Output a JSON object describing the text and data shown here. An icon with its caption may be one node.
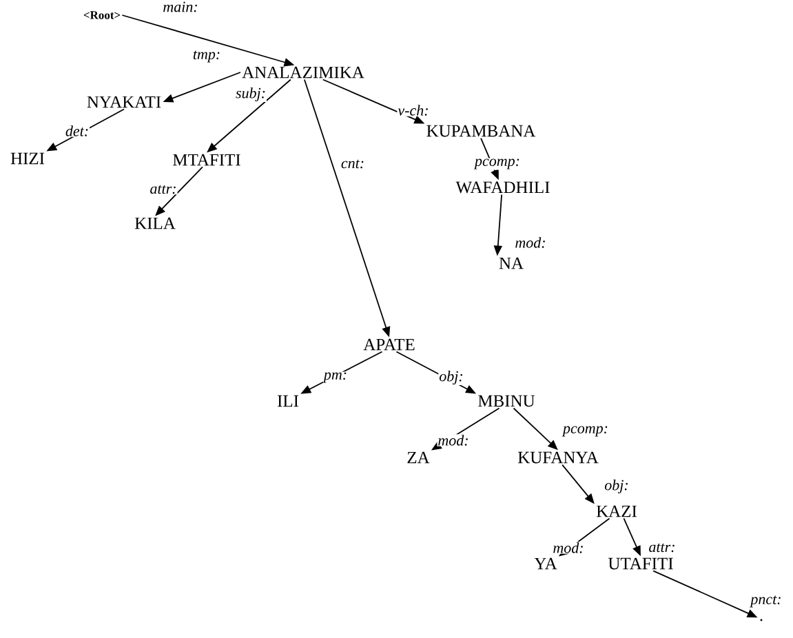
{
  "diagram": {
    "nodes": [
      {
        "text": [
          "<Root>"
        ]
      },
      {
        "text": [
          "ANALAZIMIKA"
        ]
      },
      {
        "text": [
          "NYAKATI"
        ]
      },
      {
        "text": [
          "HIZI"
        ]
      },
      {
        "text": [
          "MTAFITI"
        ]
      },
      {
        "text": [
          "KILA"
        ]
      },
      {
        "text": [
          "KUPAMBANA"
        ]
      },
      {
        "text": [
          "WAFADHILI"
        ]
      },
      {
        "text": [
          "NA"
        ]
      },
      {
        "text": [
          "APATE"
        ]
      },
      {
        "text": [
          "ILI"
        ]
      },
      {
        "text": [
          "MBINU"
        ]
      },
      {
        "text": [
          "ZA"
        ]
      },
      {
        "text": [
          "KUFANYA"
        ]
      },
      {
        "text": [
          "KAZI"
        ]
      },
      {
        "text": [
          "YA"
        ]
      },
      {
        "text": [
          "UTAFITI"
        ]
      },
      {
        "text": [
          "."
        ]
      }
    ],
    "edges": [
      {
        "from": 0,
        "to": 1,
        "arrow": "to",
        "label": "main:"
      },
      {
        "from": 1,
        "to": 2,
        "arrow": "to",
        "label": "tmp:"
      },
      {
        "from": 1,
        "to": 4,
        "arrow": "to",
        "label": "subj:"
      },
      {
        "from": 1,
        "to": 9,
        "arrow": "to",
        "label": "cnt:"
      },
      {
        "from": 1,
        "to": 6,
        "arrow": "to",
        "label": "v-ch:"
      },
      {
        "from": 2,
        "to": 3,
        "arrow": "to",
        "label": "det:"
      },
      {
        "from": 4,
        "to": 5,
        "arrow": "to",
        "label": "attr:"
      },
      {
        "from": 6,
        "to": 7,
        "arrow": "to",
        "label": "pcomp:"
      },
      {
        "from": 7,
        "to": 8,
        "arrow": "to",
        "label": "mod:"
      },
      {
        "from": 9,
        "to": 10,
        "arrow": "to",
        "label": "pm:"
      },
      {
        "from": 9,
        "to": 11,
        "arrow": "to",
        "label": "obj:"
      },
      {
        "from": 11,
        "to": 12,
        "arrow": "to",
        "label": "mod:"
      },
      {
        "from": 11,
        "to": 13,
        "arrow": "to",
        "label": "pcomp:"
      },
      {
        "from": 13,
        "to": 14,
        "arrow": "to",
        "label": "obj:"
      },
      {
        "from": 14,
        "to": 15,
        "arrow": "to",
        "label": "mod:"
      },
      {
        "from": 14,
        "to": 16,
        "arrow": "to",
        "label": "attr:"
      },
      {
        "from": 16,
        "to": 17,
        "arrow": "to",
        "label": "pnct:"
      }
    ]
  }
}
